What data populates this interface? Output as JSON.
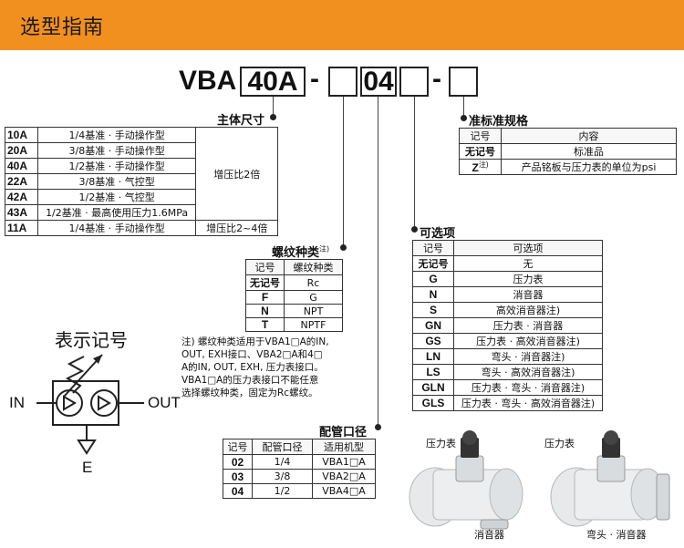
{
  "header": {
    "title": "选型指南"
  },
  "code": {
    "prefix": "VBA",
    "box1": "40A",
    "dash1": "-",
    "box3": "04",
    "dash2": "-"
  },
  "body_size": {
    "label": "主体尺寸",
    "rows": [
      {
        "code": "10A",
        "desc": "1/4基准 · 手动操作型"
      },
      {
        "code": "20A",
        "desc": "3/8基准 · 手动操作型"
      },
      {
        "code": "40A",
        "desc": "1/2基准 · 手动操作型"
      },
      {
        "code": "22A",
        "desc": "3/8基准 · 气控型"
      },
      {
        "code": "42A",
        "desc": "1/2基准 · 气控型"
      },
      {
        "code": "43A",
        "desc": "1/2基准 · 最高使用压力1.6MPa"
      },
      {
        "code": "11A",
        "desc": "1/4基准 · 手动操作型"
      }
    ],
    "ratio1": "增压比2倍",
    "ratio2": "增压比2~4倍"
  },
  "thread": {
    "label": "螺纹种类",
    "sup": "注)",
    "headers": [
      "记号",
      "螺纹种类"
    ],
    "rows": [
      {
        "code": "无记号",
        "type": "Rc"
      },
      {
        "code": "F",
        "type": "G"
      },
      {
        "code": "N",
        "type": "NPT"
      },
      {
        "code": "T",
        "type": "NPTF"
      }
    ]
  },
  "note": {
    "lines": [
      "注) 螺纹种类适用于VBA1□A的IN,",
      "OUT, EXH接口、VBA2□A和4□",
      "A的IN, OUT, EXH, 压力表接口。",
      "VBA1□A的压力表接口不能任意",
      "选择螺纹种类，固定为Rc螺纹。"
    ]
  },
  "symbol": {
    "title": "表示记号",
    "in": "IN",
    "out": "OUT",
    "e": "E"
  },
  "standard": {
    "label": "准标准规格",
    "headers": [
      "记号",
      "内容"
    ],
    "rows": [
      {
        "code": "无记号",
        "content": "标准品"
      },
      {
        "code": "Z",
        "sup": "注)",
        "content": "产品铭板与压力表的单位为psi"
      }
    ]
  },
  "options": {
    "label": "可选项",
    "headers": [
      "记号",
      "可选项"
    ],
    "rows": [
      {
        "code": "无记号",
        "desc": "无"
      },
      {
        "code": "G",
        "desc": "压力表"
      },
      {
        "code": "N",
        "desc": "消音器"
      },
      {
        "code": "S",
        "desc": "高效消音器注)"
      },
      {
        "code": "GN",
        "desc": "压力表 · 消音器"
      },
      {
        "code": "GS",
        "desc": "压力表 · 高效消音器注)"
      },
      {
        "code": "LN",
        "desc": "弯头 · 消音器注)"
      },
      {
        "code": "LS",
        "desc": "弯头 · 高效消音器注)"
      },
      {
        "code": "GLN",
        "desc": "压力表 · 弯头 · 消音器注)"
      },
      {
        "code": "GLS",
        "desc": "压力表 · 弯头 · 高效消音器注)"
      }
    ]
  },
  "port": {
    "label": "配管口径",
    "headers": [
      "记号",
      "配管口径",
      "适用机型"
    ],
    "rows": [
      {
        "code": "02",
        "size": "1/4",
        "model": "VBA1□A"
      },
      {
        "code": "03",
        "size": "3/8",
        "model": "VBA2□A"
      },
      {
        "code": "04",
        "size": "1/2",
        "model": "VBA4□A"
      }
    ]
  },
  "photos": {
    "left_top": "压力表",
    "left_bottom": "消音器",
    "right_top": "压力表",
    "right_bottom": "弯头 · 消音器"
  }
}
